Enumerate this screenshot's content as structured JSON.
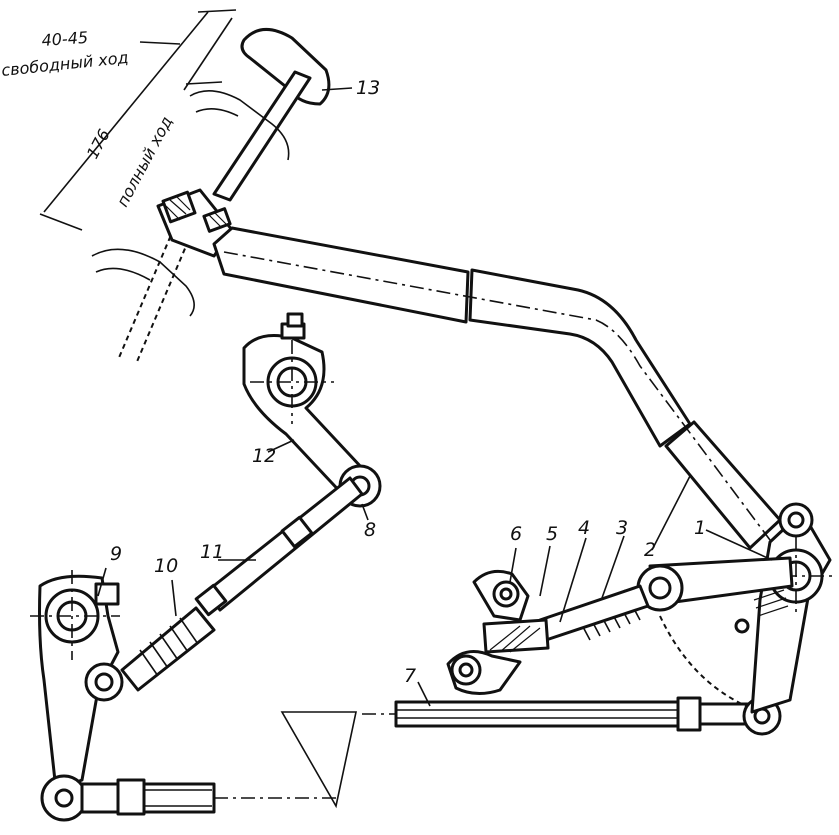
{
  "dimensions": {
    "free_play_value": "40-45",
    "free_play_text": "свободный ход",
    "full_travel_value": "176",
    "full_travel_text": "полный ход"
  },
  "callouts": [
    "1",
    "2",
    "3",
    "4",
    "5",
    "6",
    "7",
    "8",
    "9",
    "10",
    "11",
    "12",
    "13"
  ]
}
